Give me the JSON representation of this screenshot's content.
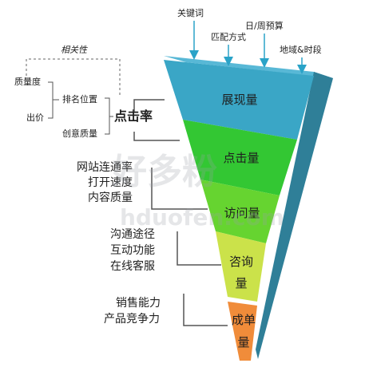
{
  "top_labels": {
    "keyword": "关键词",
    "match_type": "匹配方式",
    "budget": "日/周预算",
    "region_time": "地域&时段"
  },
  "ctr_factors": {
    "relevance": "相关性",
    "quality_score": "质量度",
    "bid": "出价",
    "rank_position": "排名位置",
    "creative_quality": "创意质量",
    "ctr": "点击率"
  },
  "funnel_layers": [
    {
      "label": "展现量",
      "color": "#3aa6c6"
    },
    {
      "label": "点击量",
      "color": "#33c733"
    },
    {
      "label": "访问量",
      "color": "#66d430"
    },
    {
      "label": "咨询量",
      "color": "#cbe24a"
    },
    {
      "label": "成单量",
      "color": "#f08c3a"
    }
  ],
  "visit_factors": [
    "网站连通率",
    "打开速度",
    "内容质量"
  ],
  "consult_factors": [
    "沟通途径",
    "互动功能",
    "在线客服"
  ],
  "order_factors": [
    "销售能力",
    "产品竞争力"
  ],
  "watermark": {
    "cn": "好多粉",
    "en": "hduofen.com"
  }
}
